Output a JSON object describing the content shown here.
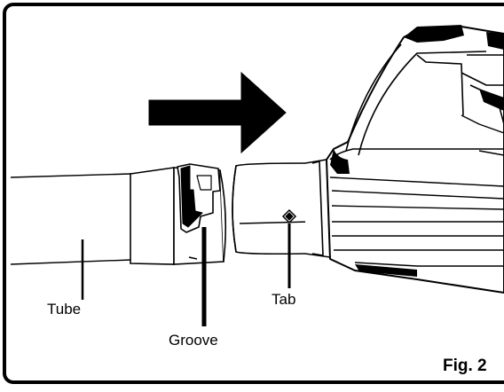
{
  "labels": {
    "tube": "Tube",
    "groove": "Groove",
    "tab": "Tab"
  },
  "figure": {
    "caption": "Fig. 2"
  },
  "icons": {
    "direction_arrow": "arrow-right-icon"
  },
  "colors": {
    "ink": "#000000",
    "paper": "#ffffff"
  }
}
